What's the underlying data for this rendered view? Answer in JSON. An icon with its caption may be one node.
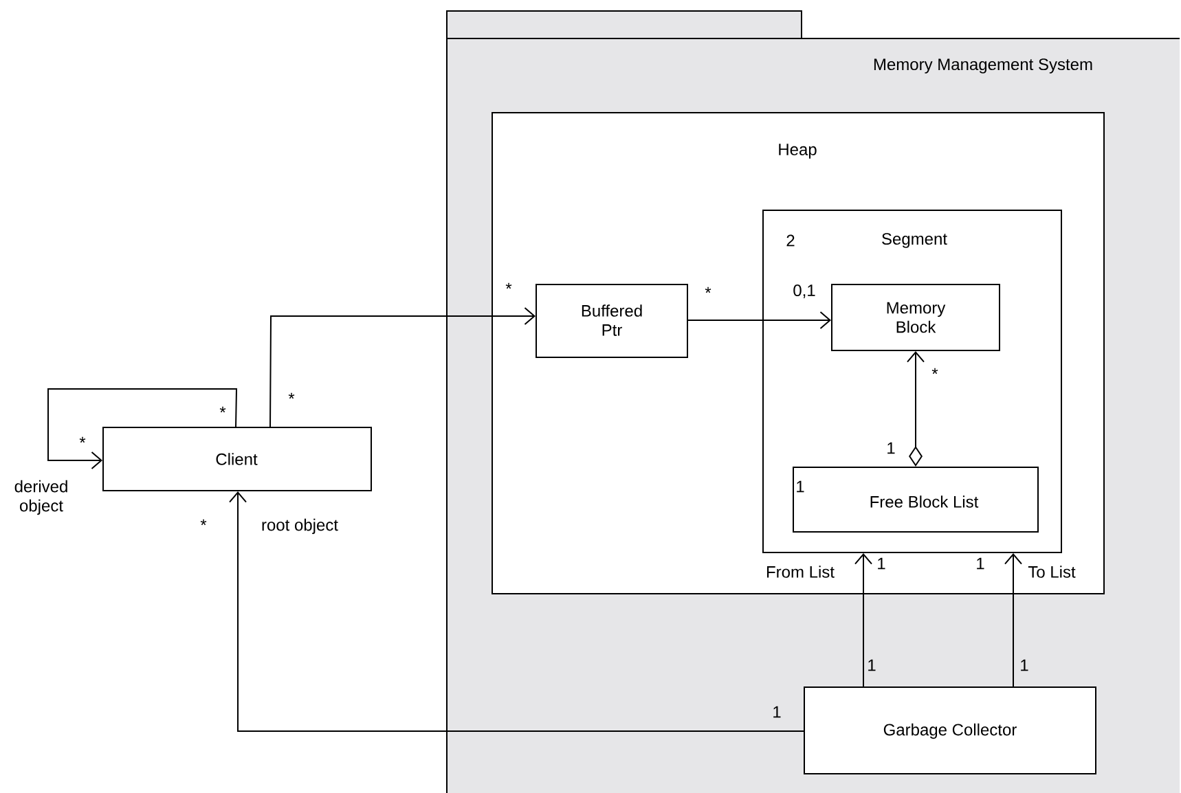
{
  "diagram": {
    "nodes": [
      {
        "text": [
          "Memory Management System"
        ]
      },
      {
        "text": [
          "Heap"
        ],
        "in": 0
      },
      {
        "text": [
          "2",
          "Segment"
        ],
        "in": 1
      },
      {
        "text": [
          "Buffered Ptr"
        ],
        "in": 1
      },
      {
        "text": [
          "Memory Block"
        ],
        "in": 2
      },
      {
        "text": [
          "1",
          "Free Block List"
        ],
        "in": 2
      },
      {
        "text": [
          "Client"
        ]
      },
      {
        "text": [
          "Garbage Collector"
        ],
        "in": 0
      }
    ],
    "edges": [
      {
        "from": 6,
        "to": 6,
        "arrow": "to",
        "label": "derived object"
      },
      {
        "from": 6,
        "to": 3,
        "arrow": "to"
      },
      {
        "from": 3,
        "to": 4,
        "arrow": "to"
      },
      {
        "from": 5,
        "to": 4,
        "arrow": "to"
      },
      {
        "from": 7,
        "to": 2,
        "arrow": "to",
        "label": "From List"
      },
      {
        "from": 7,
        "to": 2,
        "arrow": "to",
        "label": "To List"
      },
      {
        "from": 7,
        "to": 6,
        "arrow": "to",
        "label": "root object"
      }
    ],
    "labels": [
      "*",
      "*",
      "0,1",
      "*",
      "*",
      "*",
      "*",
      "1",
      "*",
      "1",
      "1",
      "1",
      "1",
      "1"
    ]
  }
}
